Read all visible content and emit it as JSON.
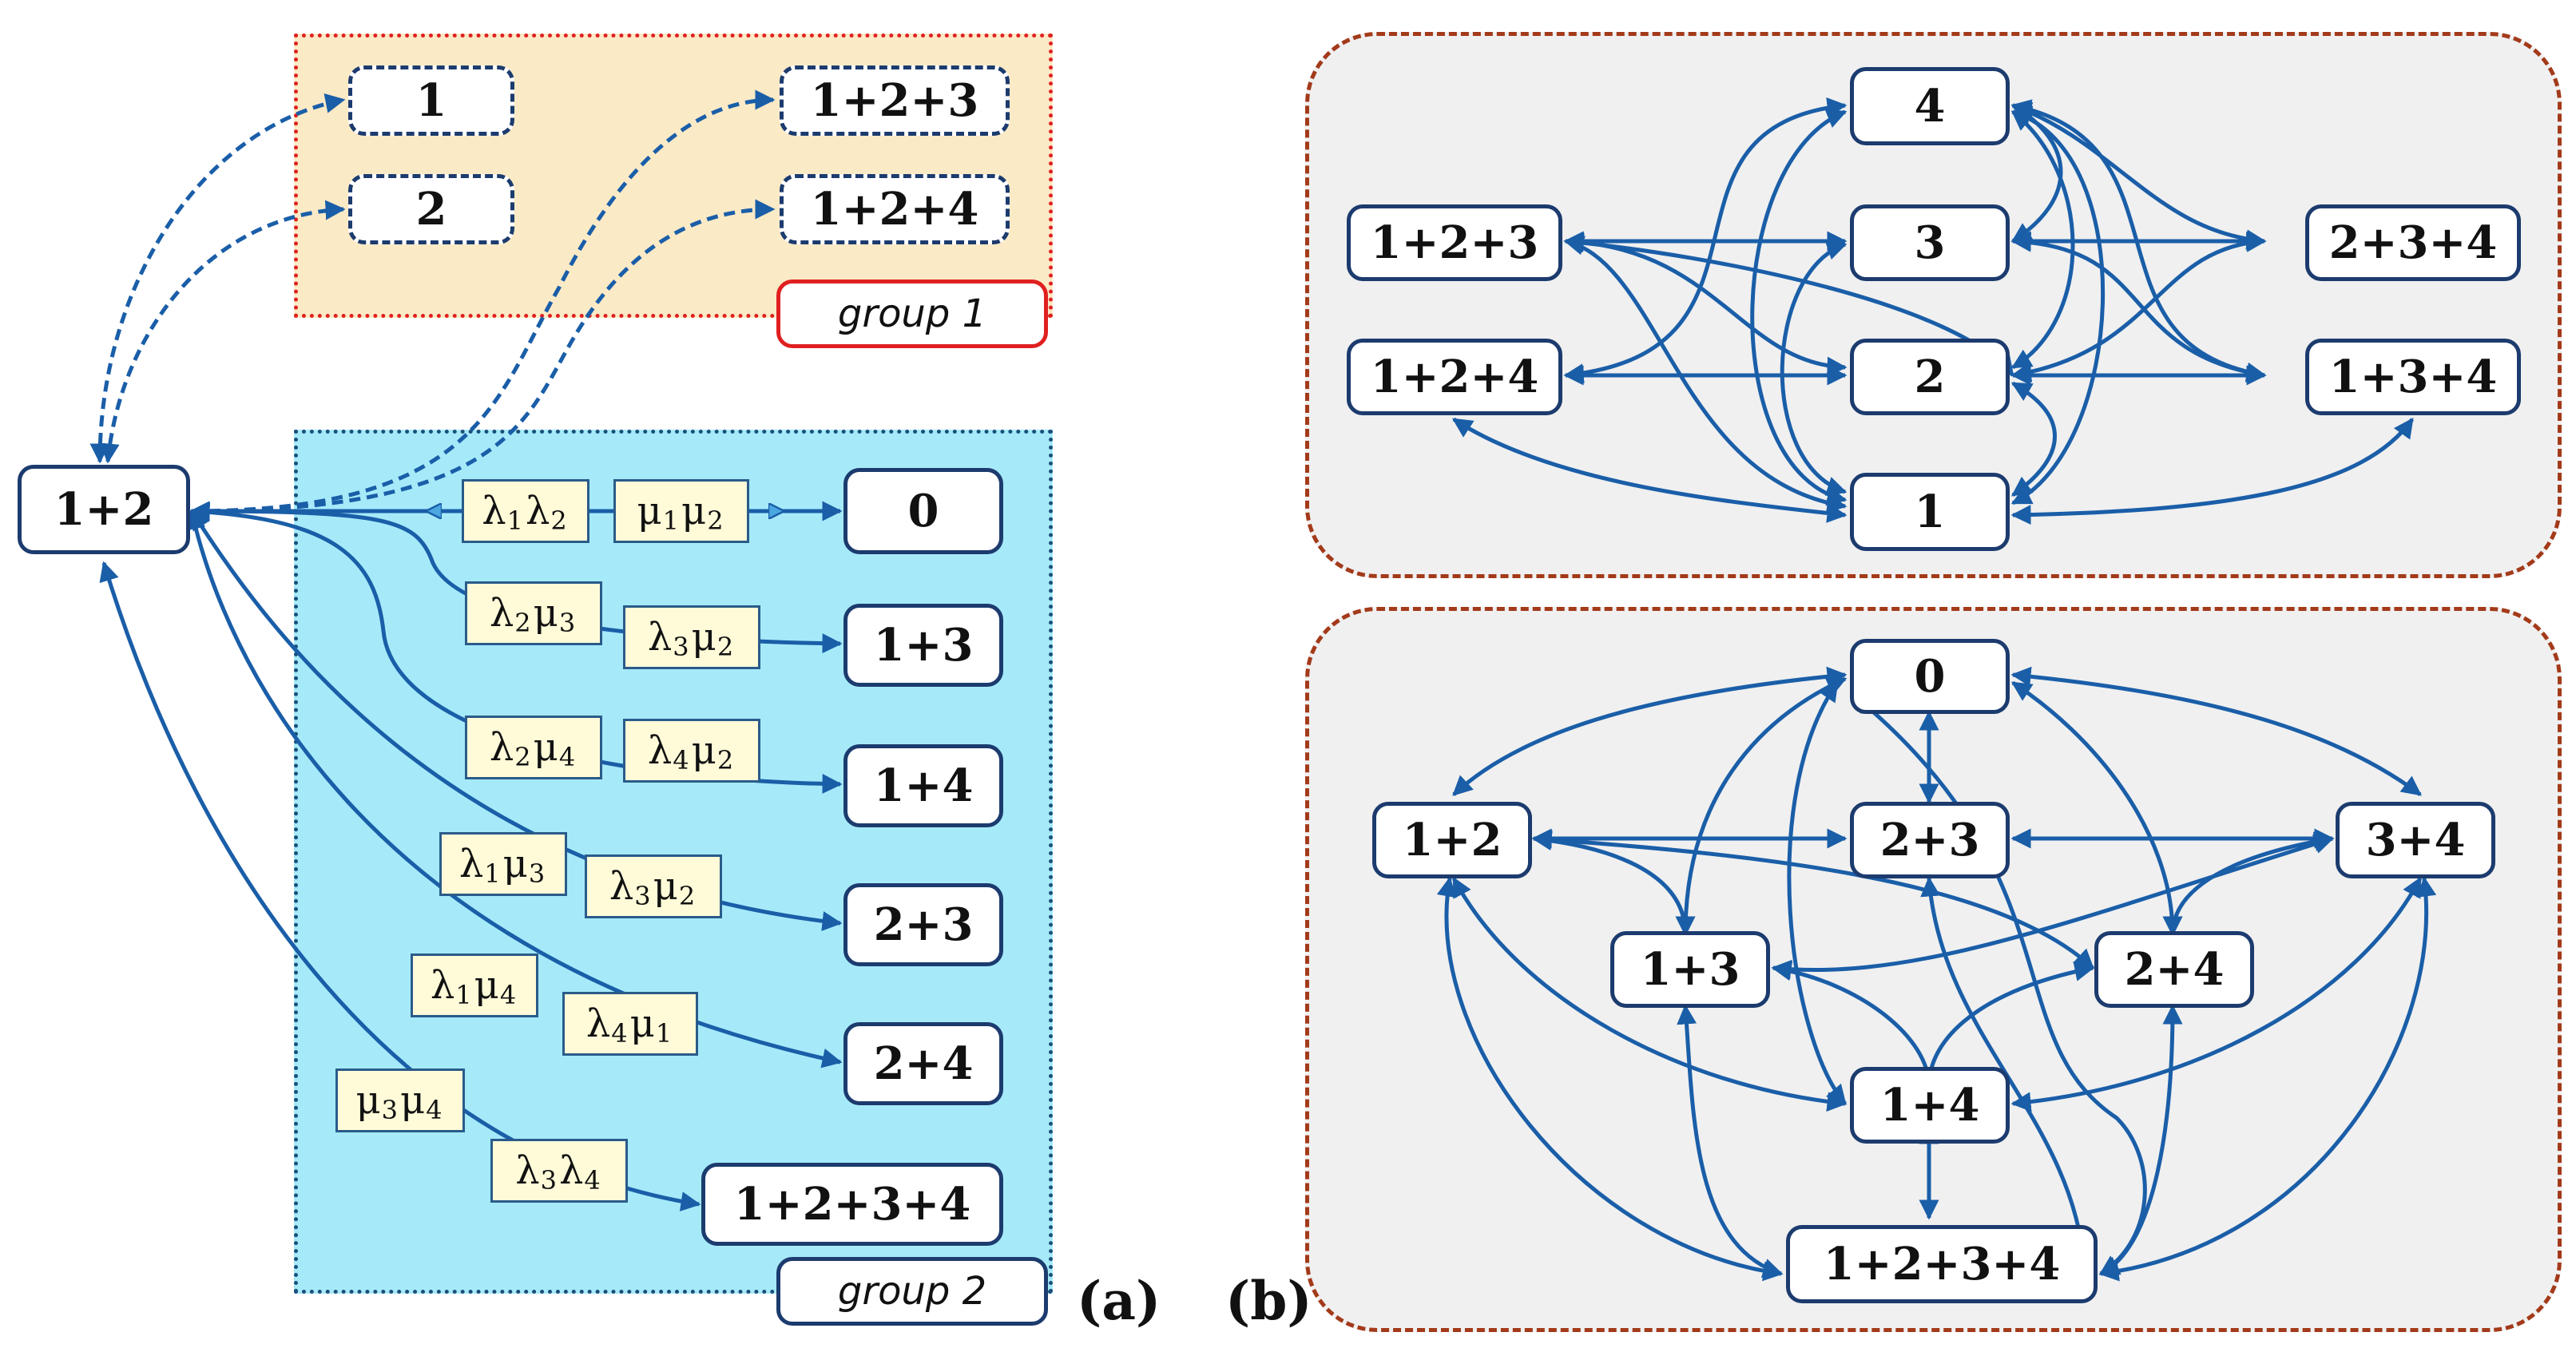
{
  "panel_a": {
    "group1_nodes": [
      "1",
      "2",
      "1+2+3",
      "1+2+4"
    ],
    "group1_label": "group 1",
    "source_node": "1+2",
    "group2_nodes": [
      "0",
      "1+3",
      "1+4",
      "2+3",
      "2+4",
      "1+2+3+4"
    ],
    "group2_label": "group 2",
    "rates": [
      {
        "a": "λ",
        "a_sub": "1",
        "b": "λ",
        "b_sub": "2"
      },
      {
        "a": "μ",
        "a_sub": "1",
        "b": "μ",
        "b_sub": "2"
      },
      {
        "a": "λ",
        "a_sub": "2",
        "b": "μ",
        "b_sub": "3"
      },
      {
        "a": "λ",
        "a_sub": "3",
        "b": "μ",
        "b_sub": "2"
      },
      {
        "a": "λ",
        "a_sub": "2",
        "b": "μ",
        "b_sub": "4"
      },
      {
        "a": "λ",
        "a_sub": "4",
        "b": "μ",
        "b_sub": "2"
      },
      {
        "a": "λ",
        "a_sub": "1",
        "b": "μ",
        "b_sub": "3"
      },
      {
        "a": "λ",
        "a_sub": "3",
        "b": "μ",
        "b_sub": "2"
      },
      {
        "a": "λ",
        "a_sub": "1",
        "b": "μ",
        "b_sub": "4"
      },
      {
        "a": "λ",
        "a_sub": "4",
        "b": "μ",
        "b_sub": "1"
      },
      {
        "a": "μ",
        "a_sub": "3",
        "b": "μ",
        "b_sub": "4"
      },
      {
        "a": "λ",
        "a_sub": "3",
        "b": "λ",
        "b_sub": "4"
      }
    ],
    "panel_label": "(a)"
  },
  "panel_b": {
    "top_nodes": [
      "4",
      "1+2+3",
      "3",
      "2+3+4",
      "1+2+4",
      "2",
      "1+3+4",
      "1"
    ],
    "bottom_nodes": [
      "0",
      "1+2",
      "2+3",
      "3+4",
      "1+3",
      "2+4",
      "1+4",
      "1+2+3+4"
    ],
    "panel_label": "(b)"
  },
  "colors": {
    "edge": "#1a5ea8",
    "node_border": "#1c3b6e",
    "group1_fill": "#fbeac6",
    "group1_border": "#e02020",
    "group2_fill": "#a6eafa",
    "group2_border": "#1c4f7a",
    "panel_b_fill": "#f0f0f0",
    "panel_b_border": "#a33a1a",
    "rate_fill": "#fffbd8"
  }
}
